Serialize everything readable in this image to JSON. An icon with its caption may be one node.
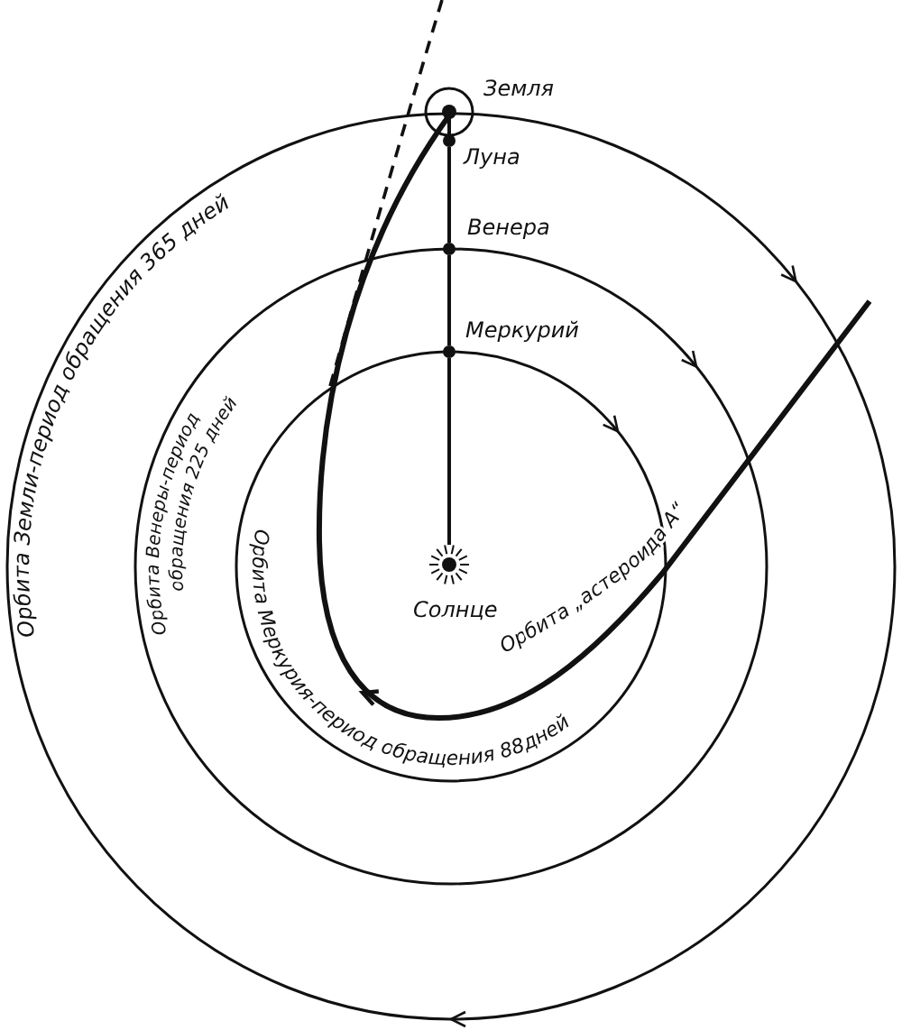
{
  "diagram": {
    "nodes": [
      {
        "text": [],
        "shape": "circle",
        "beside": [
          "Земля"
        ]
      },
      {
        "text": [],
        "shape": "circle",
        "beside": [
          "Луна"
        ]
      },
      {
        "text": [],
        "shape": "circle",
        "beside": [
          "Венера"
        ]
      },
      {
        "text": [],
        "shape": "circle",
        "beside": [
          "Меркурий"
        ]
      },
      {
        "text": [],
        "shape": "star",
        "beside": [
          "Солнце"
        ]
      }
    ],
    "edges": [
      {
        "from": 1,
        "to": 2,
        "arrow": "none"
      },
      {
        "from": 2,
        "to": 3,
        "arrow": "none"
      },
      {
        "from": 3,
        "to": 4,
        "arrow": "none"
      }
    ],
    "labels": [
      "Орбита Земли-период обращения 365 дней",
      "Орбита Венеры-период обращения 225 дней",
      "Орбита Меркурия-период обращения 88дней",
      "Орбита „астероида А“"
    ]
  }
}
